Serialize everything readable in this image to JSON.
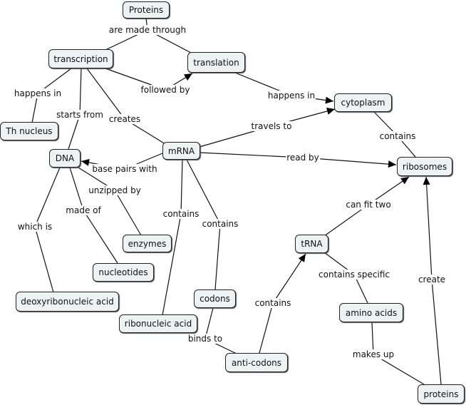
{
  "concepts": {
    "proteins_top": "Proteins",
    "transcription": "transcription",
    "translation": "translation",
    "nucleus": "Th nucleus",
    "dna": "DNA",
    "mrna": "mRNA",
    "cytoplasm": "cytoplasm",
    "ribosomes": "ribosomes",
    "enzymes": "enzymes",
    "nucleotides": "nucleotides",
    "deoxy": "deoxyribonucleic acid",
    "codons": "codons",
    "ribonucleic": "ribonucleic acid",
    "anticodons": "anti-codons",
    "trna": "tRNA",
    "amino": "amino acids",
    "proteins_bottom": "proteins"
  },
  "links": {
    "made_through": "are made through",
    "happens_in_1": "happens in",
    "starts_from": "starts from",
    "creates": "creates",
    "followed_by": "followed by",
    "happens_in_2": "happens in",
    "travels_to": "travels to",
    "contains_1": "contains",
    "read_by": "read by",
    "base_pairs": "base pairs with",
    "unzipped_by": "unzipped by",
    "made_of": "made of",
    "which_is": "which is",
    "contains_2": "contains",
    "contains_3": "contains",
    "binds_to": "binds to",
    "contains_4": "contains",
    "can_fit_two": "can fit two",
    "contains_specific": "contains specific",
    "makes_up": "makes up",
    "create": "create"
  },
  "propositions": [
    {
      "from": "proteins_top",
      "link": "made_through",
      "to": [
        "transcription",
        "translation"
      ],
      "arrow": false
    },
    {
      "from": "transcription",
      "link": "happens_in_1",
      "to": [
        "nucleus"
      ],
      "arrow": false
    },
    {
      "from": "transcription",
      "link": "starts_from",
      "to": [
        "dna"
      ],
      "arrow": false
    },
    {
      "from": "transcription",
      "link": "creates",
      "to": [
        "mrna"
      ],
      "arrow": false
    },
    {
      "from": "transcription",
      "link": "followed_by",
      "to": [
        "translation"
      ],
      "arrow": true
    },
    {
      "from": "translation",
      "link": "happens_in_2",
      "to": [
        "cytoplasm"
      ],
      "arrow": true
    },
    {
      "from": "mrna",
      "link": "travels_to",
      "to": [
        "cytoplasm"
      ],
      "arrow": true
    },
    {
      "from": "cytoplasm",
      "link": "contains_1",
      "to": [
        "ribosomes"
      ],
      "arrow": false
    },
    {
      "from": "mrna",
      "link": "read_by",
      "to": [
        "ribosomes"
      ],
      "arrow": true
    },
    {
      "from": "mrna",
      "link": "base_pairs",
      "to": [
        "dna"
      ],
      "arrow": true
    },
    {
      "from": "dna",
      "link": "unzipped_by",
      "to": [
        "enzymes"
      ],
      "arrow": false
    },
    {
      "from": "dna",
      "link": "made_of",
      "to": [
        "nucleotides"
      ],
      "arrow": false
    },
    {
      "from": "dna",
      "link": "which_is",
      "to": [
        "deoxy"
      ],
      "arrow": false
    },
    {
      "from": "mrna",
      "link": "contains_2",
      "to": [
        "ribonucleic"
      ],
      "arrow": false
    },
    {
      "from": "mrna",
      "link": "contains_3",
      "to": [
        "codons"
      ],
      "arrow": false
    },
    {
      "from": "codons",
      "link": "binds_to",
      "to": [
        "anticodons"
      ],
      "arrow": false
    },
    {
      "from": "anticodons",
      "link": "contains_4",
      "to": [
        "trna"
      ],
      "arrow": true
    },
    {
      "from": "trna",
      "link": "can_fit_two",
      "to": [
        "ribosomes"
      ],
      "arrow": true
    },
    {
      "from": "trna",
      "link": "contains_specific",
      "to": [
        "amino"
      ],
      "arrow": false
    },
    {
      "from": "amino",
      "link": "makes_up",
      "to": [
        "proteins_bottom"
      ],
      "arrow": false
    },
    {
      "from": "proteins_bottom",
      "link": "create",
      "to": [
        "ribosomes"
      ],
      "arrow": true
    }
  ],
  "colors": {
    "node_fill": "#edf3f5",
    "node_border": "#222222",
    "line": "#111111"
  }
}
